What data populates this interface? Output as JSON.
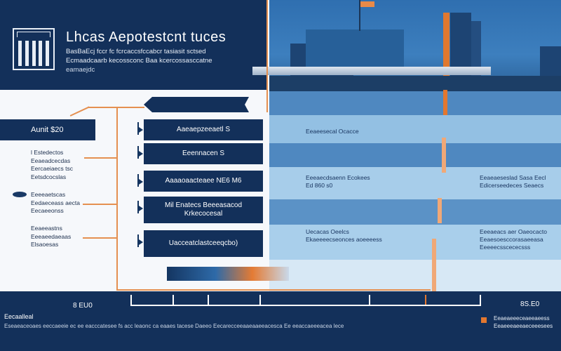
{
  "header": {
    "title": "Lhcas Aepotestcnt tuces",
    "lines": [
      "BasBaEcj fccr fc fcrcaccsfccabcr tasiasit sctsed",
      "Ecmaadcaarb kecossconc Baa kcercossasccatne",
      "eamaejdc"
    ]
  },
  "left": {
    "amount": "Aunit $20",
    "notes": [
      [
        "l Estedectos",
        "Eeaeadcecdas",
        "Eercaeiaecs tsc",
        "Eetsdcocslas"
      ],
      [
        "Eeeeaetscas",
        "Eedaeceass aecta",
        "Eecaeeonss"
      ],
      [
        "Eeaeeastns",
        "Eeeaeedaeaas",
        "Elsaoesas"
      ]
    ]
  },
  "flow": {
    "steps": [
      "Aaeaepzeeaetl S",
      "Eeennacen S",
      "Aaaaoaacteaee NE6 M6",
      "Mil Enatecs Beeeasacod\nKrkecocesal",
      "Uacceatclastceeqcbo)"
    ]
  },
  "panel": {
    "labels": [
      "Eeaeesecal Ocacce",
      "Eeeaecdsaenn Ecokees\nEd 860 s0",
      "Eeaeaeseslad Sasa Eecl\nEdicerseedeces Seaecs",
      "Uecacas Oeelcs\nEkaeeeecseonces aoeeeess",
      "Eeeaeacs aer Oaeocacto\nEeaesoesccorasaeeasa\nEeeeecsscececsss"
    ]
  },
  "footer": {
    "amount_left": "8 EU0",
    "amount_right": "8S.E0",
    "title": "Eecaalleal",
    "text": "Eseaeaceoaes eeccaeeie ec ee eacccatesee fs acc leaonc ca eaaes tacese Daeeo Eecarecceeaaeaaeeacesca Ee eeaccaeeeacea lece",
    "note": "Eeaeaeeeceaeeaeess\nEeaeeeaeeaeceeesees"
  },
  "colors": {
    "navy": "#13305a",
    "accent": "#e3772f",
    "panel_blue": "#4f88c0",
    "panel_light": "#a7cdea"
  }
}
